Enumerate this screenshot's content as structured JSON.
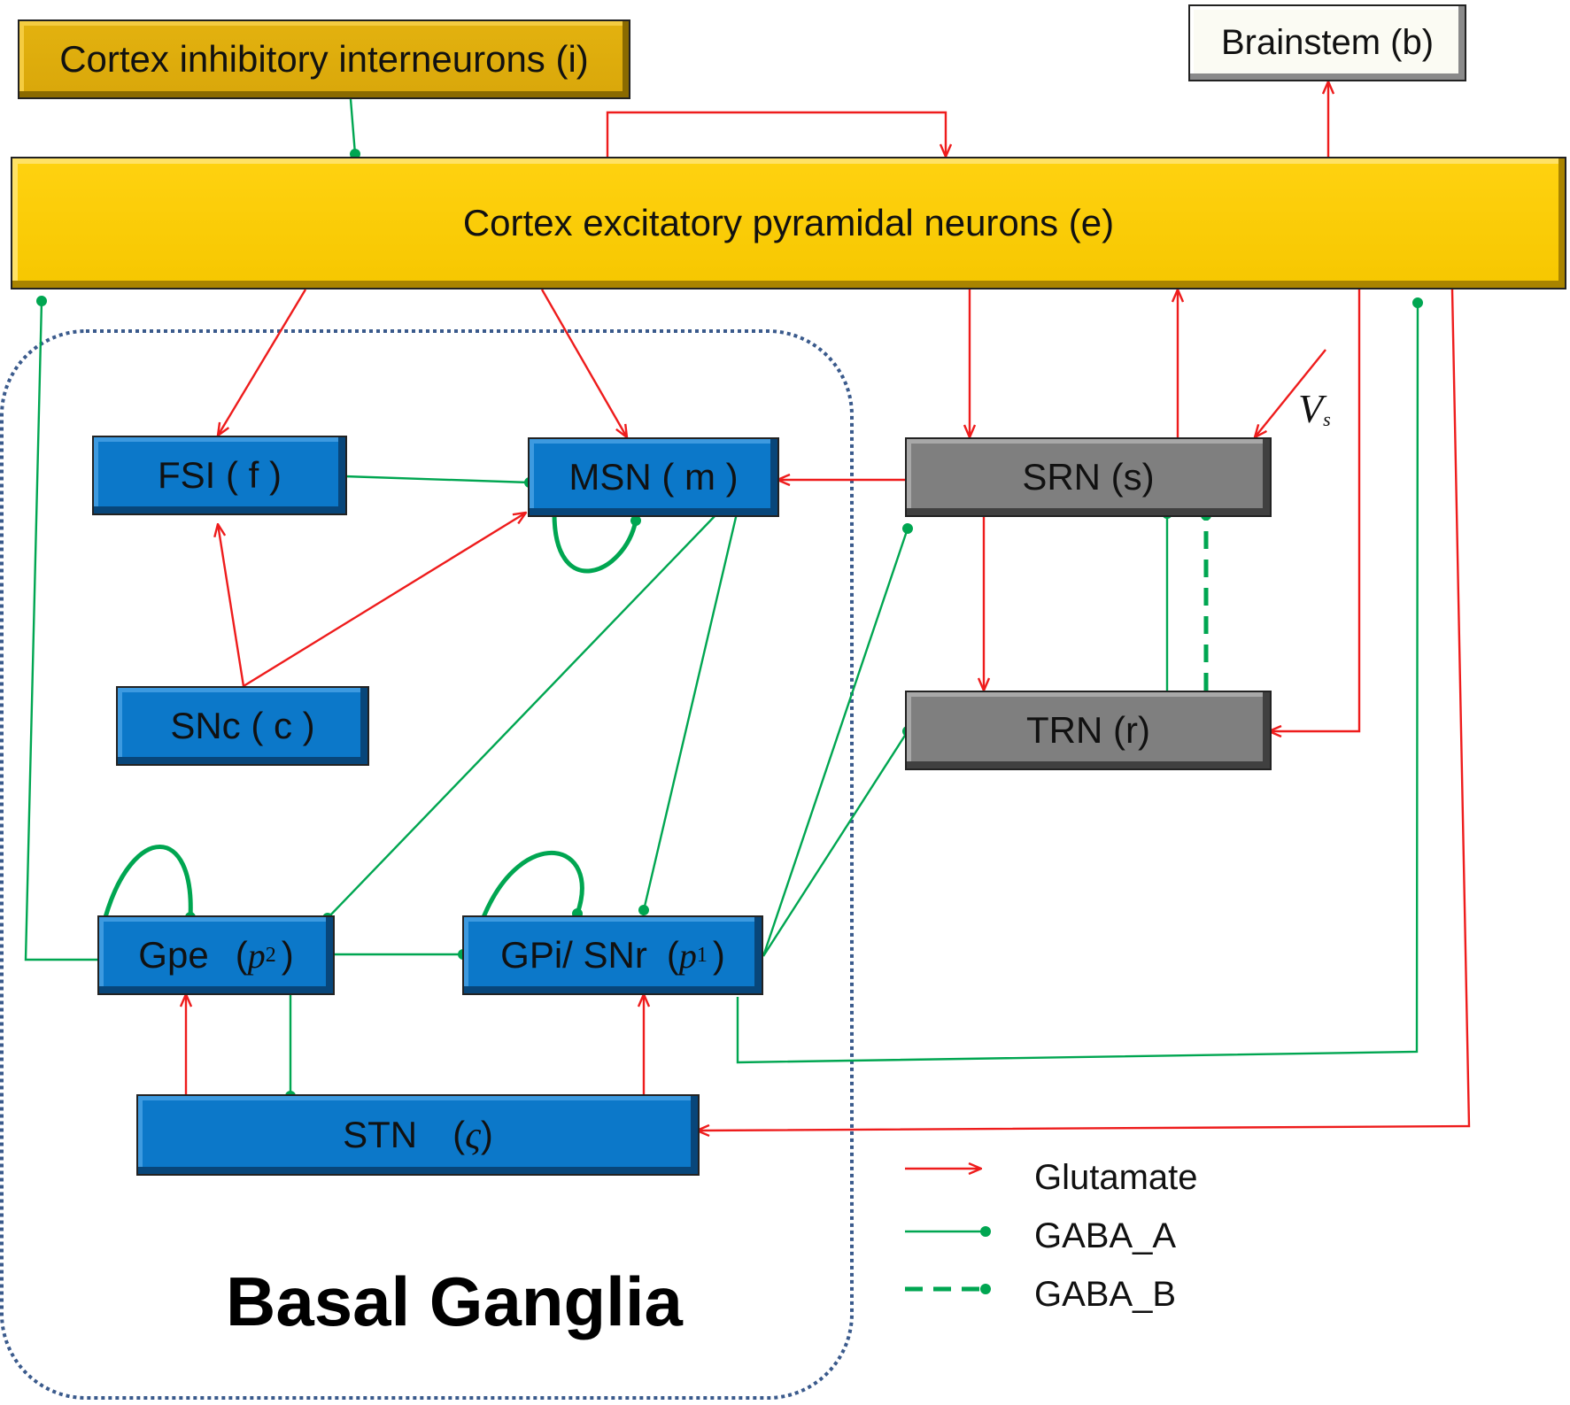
{
  "nodes": {
    "cortex_inhibitory": "Cortex  inhibitory  interneurons (i)",
    "cortex_excitatory": "Cortex excitatory   pyramidal neurons (e)",
    "brainstem": "Brainstem (b)",
    "fsi": "FSI ( f )",
    "msn": "MSN ( m )",
    "srn": "SRN (s)",
    "snc": "SNc ( c )",
    "trn": "TRN (r)",
    "gpe": {
      "name": "Gpe",
      "sym": "p",
      "sub": "2"
    },
    "gpi": {
      "name": "GPi/ SNr",
      "sym": "p",
      "sub": "1"
    },
    "stn": {
      "name": "STN",
      "sym": "ς"
    }
  },
  "input_label": {
    "sym": "V",
    "sub": "s"
  },
  "region_label": "Basal  Ganglia",
  "legend": [
    {
      "label": "Glutamate",
      "style": "glutamate"
    },
    {
      "label": "GABA_A",
      "style": "gaba_a"
    },
    {
      "label": "GABA_B",
      "style": "gaba_b"
    }
  ],
  "colors": {
    "glutamate": "#ee1c1c",
    "gaba": "#00a651",
    "region_border": "#3a5a8c"
  }
}
